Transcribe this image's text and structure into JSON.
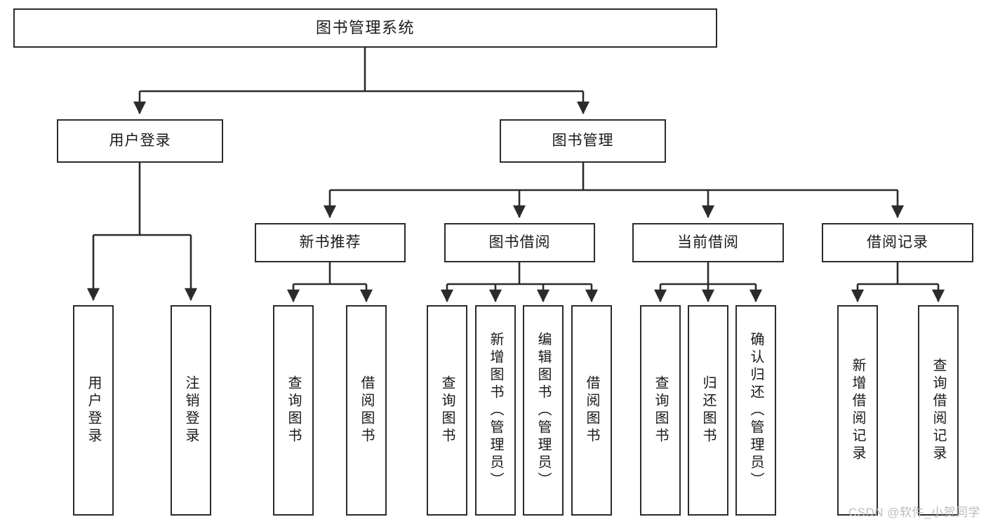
{
  "diagram": {
    "title": "图书管理系统",
    "type": "tree-hierarchy-chart",
    "stroke_color": "#2b2b2b",
    "fill_color": "#ffffff",
    "text_color": "#1a1a1a"
  },
  "nodes": {
    "root": {
      "label": "图书管理系统"
    },
    "level2": [
      {
        "label": "用户登录"
      },
      {
        "label": "图书管理"
      }
    ],
    "level3": [
      {
        "label": "新书推荐"
      },
      {
        "label": "图书借阅"
      },
      {
        "label": "当前借阅"
      },
      {
        "label": "借阅记录"
      }
    ],
    "leaves_user_login": [
      {
        "label": "用户登录"
      },
      {
        "label": "注销登录"
      }
    ],
    "leaves_new_book": [
      {
        "label": "查询图书"
      },
      {
        "label": "借阅图书"
      }
    ],
    "leaves_borrow": [
      {
        "label": "查询图书"
      },
      {
        "label": "新增图书（管理员）"
      },
      {
        "label": "编辑图书（管理员）"
      },
      {
        "label": "借阅图书"
      }
    ],
    "leaves_current": [
      {
        "label": "查询图书"
      },
      {
        "label": "归还图书"
      },
      {
        "label": "确认归还（管理员）"
      }
    ],
    "leaves_records": [
      {
        "label": "新增借阅记录"
      },
      {
        "label": "查询借阅记录"
      }
    ]
  },
  "watermark": {
    "text": "CSDN @软件_小贺同学",
    "color": "#bdbdbd"
  }
}
